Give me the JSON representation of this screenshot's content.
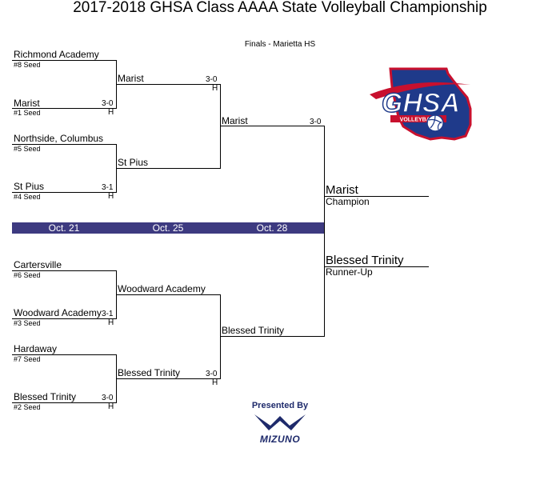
{
  "title": "2017-2018 GHSA Class AAAA State Volleyball Championship",
  "subtitle": "Finals - Marietta HS",
  "round1": [
    {
      "name": "Richmond Academy",
      "seed": "#8 Seed"
    },
    {
      "name": "Marist",
      "seed": "#1 Seed",
      "score": "3-0",
      "home": "H"
    },
    {
      "name": "Northside, Columbus",
      "seed": "#5 Seed"
    },
    {
      "name": "St Pius",
      "seed": "#4 Seed",
      "score": "3-1",
      "home": "H"
    },
    {
      "name": "Cartersville",
      "seed": "#6 Seed"
    },
    {
      "name": "Woodward Academy",
      "seed": "#3 Seed",
      "score": "3-1",
      "home": "H"
    },
    {
      "name": "Hardaway",
      "seed": "#7 Seed"
    },
    {
      "name": "Blessed Trinity",
      "seed": "#2 Seed",
      "score": "3-0",
      "home": "H"
    }
  ],
  "round2": [
    {
      "name": "Marist",
      "score": "3-0",
      "home": "H"
    },
    {
      "name": "St Pius"
    },
    {
      "name": "Woodward Academy"
    },
    {
      "name": "Blessed Trinity",
      "score": "3-0",
      "home": "H"
    }
  ],
  "round3": [
    {
      "name": "Marist",
      "score": "3-0"
    },
    {
      "name": "Blessed Trinity"
    }
  ],
  "dates": [
    "Oct. 21",
    "Oct. 25",
    "Oct. 28"
  ],
  "champion": {
    "name": "Marist",
    "label": "Champion"
  },
  "runner_up": {
    "name": "Blessed Trinity",
    "label": "Runner-Up"
  },
  "logo": {
    "text": "GHSA",
    "subtext": "VOLLEYBALL"
  },
  "sponsor": {
    "presented": "Presented By",
    "name": "MIZUNO"
  },
  "colors": {
    "datebar": "#3d3a80",
    "logo_blue": "#1f3a8a",
    "logo_red": "#c8102e",
    "sponsor": "#1e2a6b"
  }
}
